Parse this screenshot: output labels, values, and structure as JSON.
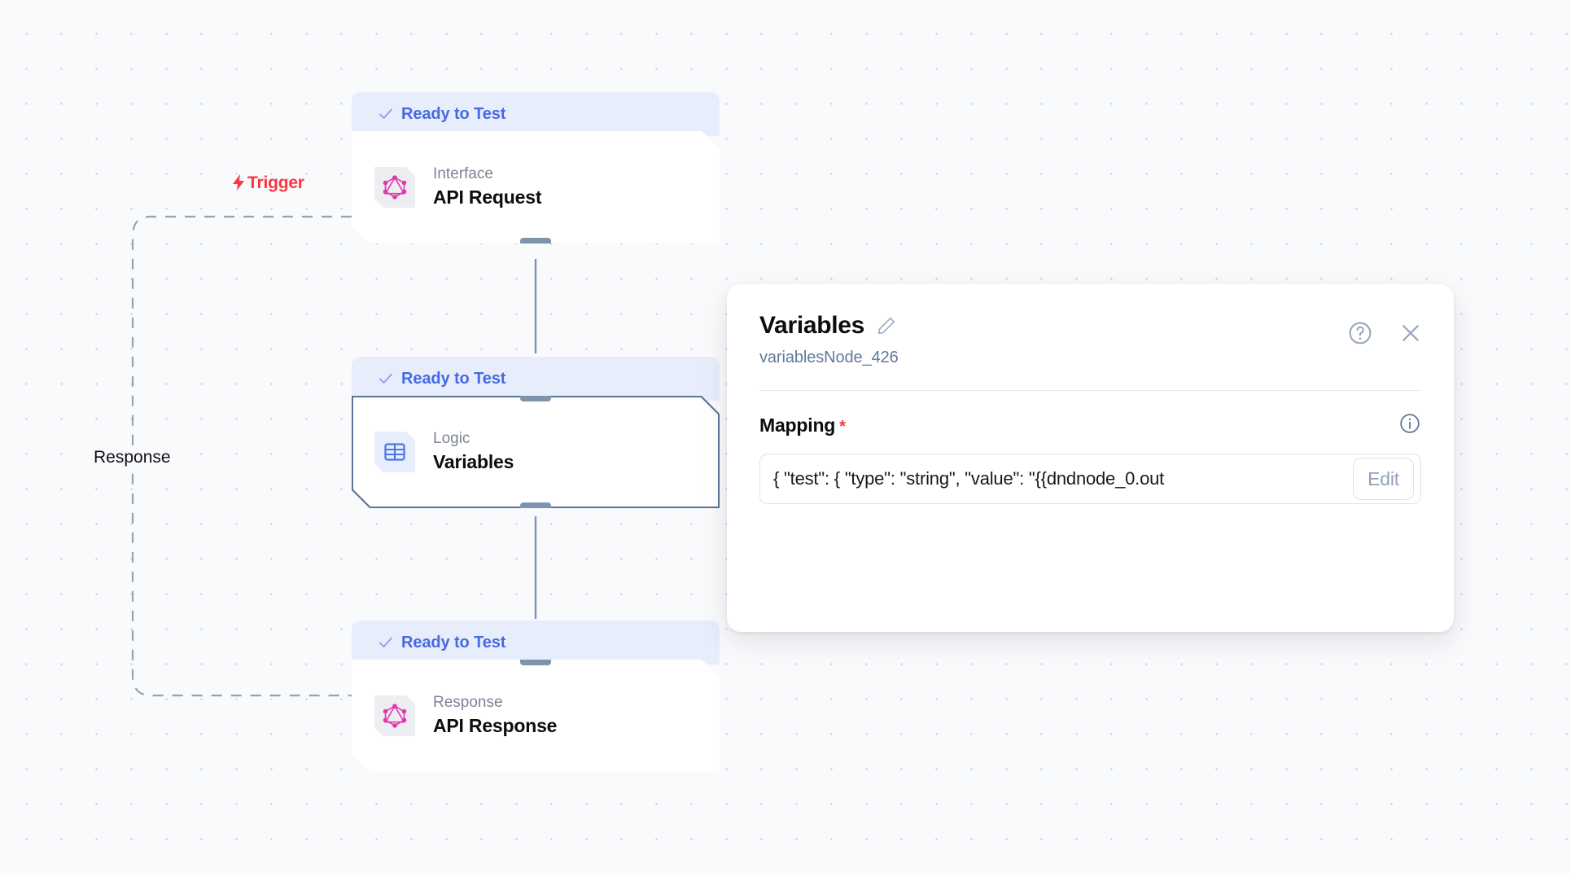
{
  "canvas": {
    "background_color": "#f8fafc",
    "dot_color": "#c4c9d4"
  },
  "edges": [
    {
      "label": "Trigger",
      "icon": "lightning-bolt-icon",
      "color": "#fb3640",
      "style": "dashed"
    },
    {
      "label": "Response",
      "color": "#101114",
      "style": "dashed"
    }
  ],
  "nodes": [
    {
      "id": "api-request",
      "status": "Ready to Test",
      "kind": "Interface",
      "title": "API Request",
      "icon": "graphql-icon",
      "icon_color": "#e535ab",
      "selected": false
    },
    {
      "id": "variables",
      "status": "Ready to Test",
      "kind": "Logic",
      "title": "Variables",
      "icon": "table-grid-icon",
      "icon_color": "#4a7ae0",
      "selected": true
    },
    {
      "id": "api-response",
      "status": "Ready to Test",
      "kind": "Response",
      "title": "API Response",
      "icon": "graphql-icon",
      "icon_color": "#e535ab",
      "selected": false
    }
  ],
  "panel": {
    "title": "Variables",
    "edit_title_icon": "pencil-icon",
    "subtitle": "variablesNode_426",
    "help_icon": "help-circle-icon",
    "close_icon": "close-icon",
    "fields": [
      {
        "label": "Mapping",
        "required_marker": "*",
        "info_icon": "info-circle-icon",
        "value": "{  \"test\": {    \"type\": \"string\",   \"value\": \"{{dndnode_0.out",
        "button_label": "Edit"
      }
    ]
  },
  "colors": {
    "status_blue": "#456ae2",
    "status_bg": "#e8edfb",
    "selected_border": "#5b7494",
    "handle": "#7e94ad",
    "trigger_red": "#fb3640",
    "required_red": "#ef3b45",
    "subtitle_blue": "#63799b"
  }
}
